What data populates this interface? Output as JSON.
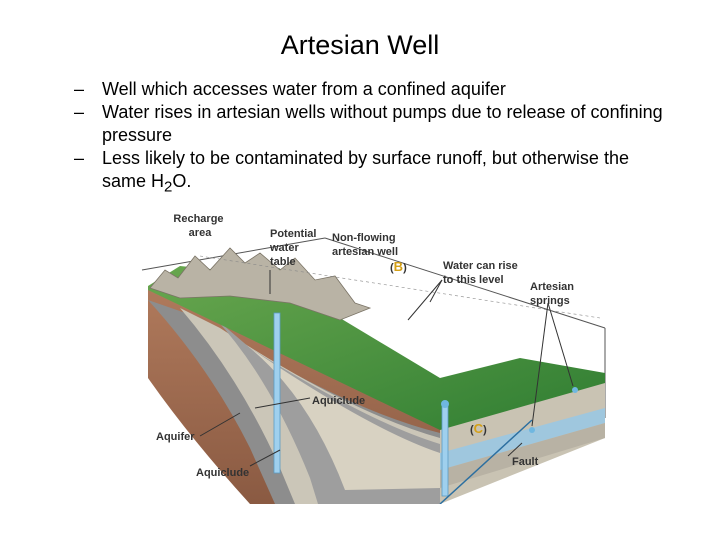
{
  "title": "Artesian Well",
  "bullets": [
    {
      "dash": "–",
      "text": "Well which accesses water from a confined aquifer"
    },
    {
      "dash": "–",
      "text": "Water rises in artesian wells without pumps due to release of confining pressure"
    },
    {
      "dash": "–",
      "pre": "Less likely to be contaminated by surface runoff, but otherwise the same H",
      "sub": "2",
      "post": "O."
    }
  ],
  "diagram": {
    "recharge": [
      "Recharge",
      "area"
    ],
    "potential": [
      "Potential",
      "water",
      "table"
    ],
    "nonflowing": [
      "Non-flowing",
      "artesian well"
    ],
    "b_open": "(",
    "b_letter": "B",
    "b_close": ")",
    "rise": [
      "Water can rise",
      "to this level"
    ],
    "springs": [
      "Artesian",
      "springs"
    ],
    "aquiclude_top": "Aquiclude",
    "aquifer": "Aquifer",
    "aquiclude_bottom": "Aquiclude",
    "c_open": "(",
    "c_letter": "C",
    "c_close": ")",
    "fault": "Fault",
    "colors": {
      "letter": "#d4a017",
      "water": "#6fb7e0",
      "grass": "#3c8a2e",
      "rock": "#a06c50"
    }
  }
}
